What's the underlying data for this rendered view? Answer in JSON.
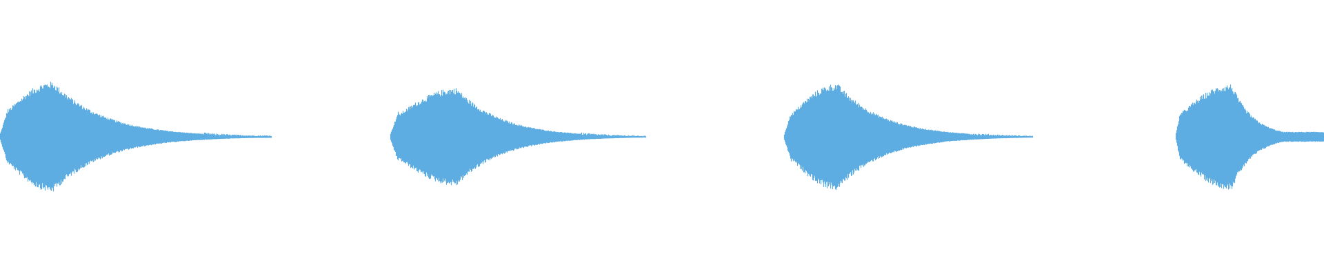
{
  "waveform": {
    "color": "#5dade2",
    "background": "#ffffff",
    "bursts": [
      {
        "start": 0.0,
        "attack_end": 0.04,
        "end": 0.205,
        "peak_amplitude": 0.88,
        "body_amplitude": 0.58,
        "tail_amplitude": 0.018
      },
      {
        "start": 0.295,
        "attack_end": 0.345,
        "end": 0.488,
        "peak_amplitude": 0.78,
        "body_amplitude": 0.48,
        "tail_amplitude": 0.01
      },
      {
        "start": 0.592,
        "attack_end": 0.632,
        "end": 0.78,
        "peak_amplitude": 0.85,
        "body_amplitude": 0.5,
        "tail_amplitude": 0.012
      },
      {
        "start": 0.888,
        "attack_end": 0.93,
        "end": 1.0,
        "peak_amplitude": 0.84,
        "body_amplitude": 0.5,
        "tail_amplitude": 0.08
      }
    ]
  }
}
